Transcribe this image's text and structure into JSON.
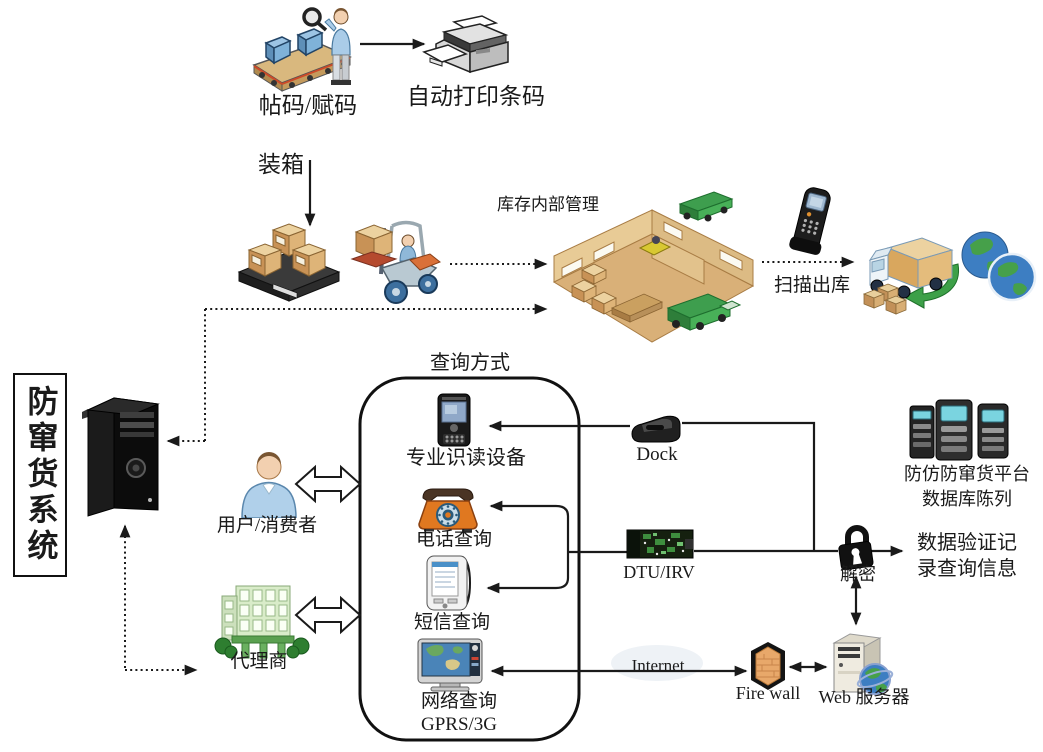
{
  "system_title": "防窜货系统",
  "labels": {
    "coding": "帖码/赋码",
    "auto_print": "自动打印条码",
    "packing": "装箱",
    "inventory_mgmt": "库存内部管理",
    "scan_out": "扫描出库",
    "query_method": "查询方式",
    "reader": "专业识读设备",
    "dock": "Dock",
    "phone_query": "电话查询",
    "sms_query": "短信查询",
    "web_query_line1": "网络查询",
    "web_query_line2": "GPRS/3G",
    "dtu": "DTU/IRV",
    "internet": "Internet",
    "firewall": "Fire wall",
    "web_server": "Web 服务器",
    "decrypt": "解密",
    "platform_line1": "防仿防窜货平台",
    "platform_line2": "数据库陈列",
    "record_line1": "数据验证记",
    "record_line2": "录查询信息",
    "user": "用户/消费者",
    "agent": "代理商"
  },
  "colors": {
    "line": "#1a1a1a",
    "background": "#ffffff",
    "phone_orange": "#e07820",
    "firewall_orange": "#e8a86a",
    "building_green": "#cfe8c0",
    "truck_green": "#3e9e4e",
    "globe_blue": "#3d7ec2",
    "globe_green": "#46a04a",
    "box_tan": "#d9a75e",
    "server_screen_cyan": "#7ad4e0",
    "person_blue": "#b0d0ea"
  }
}
